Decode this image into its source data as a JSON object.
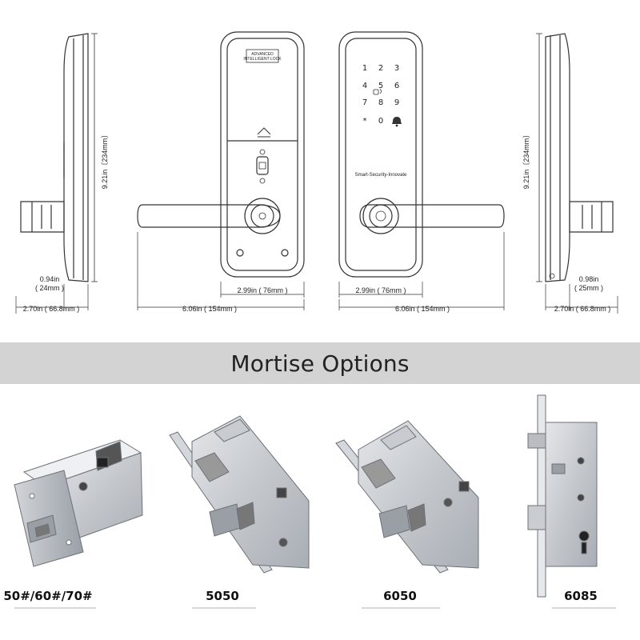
{
  "drawing": {
    "views": {
      "side_left": {
        "height_dim": "9.21in〔234mm〕",
        "depth_dim_in": "0.94in",
        "depth_dim_mm": "( 24mm )",
        "width_dim": "2.70in ( 66.8mm )"
      },
      "front_inner": {
        "brand_line1": "ADVANCED",
        "brand_line2": "INTELLIGENT LOCK",
        "plate_width_dim": "2.99in ( 76mm )",
        "total_width_dim": "6.06in ( 154mm )"
      },
      "front_outer": {
        "keypad": [
          "1",
          "2",
          "3",
          "4",
          "5",
          "6",
          "7",
          "8",
          "9",
          "*",
          "0",
          ""
        ],
        "slogan": "Smart-Security-Innovate",
        "plate_width_dim": "2.99in ( 76mm )",
        "total_width_dim": "6.06in ( 154mm )"
      },
      "side_right": {
        "height_dim": "9.21in〔234mm〕",
        "depth_dim_in": "0.98in",
        "depth_dim_mm": "( 25mm )",
        "width_dim": "2.70in ( 66.8mm )"
      }
    }
  },
  "banner": {
    "title": "Mortise Options"
  },
  "mortise_options": [
    {
      "caption": "50#/60#/70#",
      "icon": "tubular-latch-icon"
    },
    {
      "caption": "5050",
      "icon": "mortise-body-icon"
    },
    {
      "caption": "6050",
      "icon": "mortise-body-icon"
    },
    {
      "caption": "6085",
      "icon": "vertical-mortise-icon"
    }
  ],
  "colors": {
    "banner_bg": "#d3d3d3",
    "line": "#333333",
    "steel_light": "#d9dbde",
    "steel_mid": "#b7bbc0",
    "steel_dark": "#8a8f96"
  }
}
